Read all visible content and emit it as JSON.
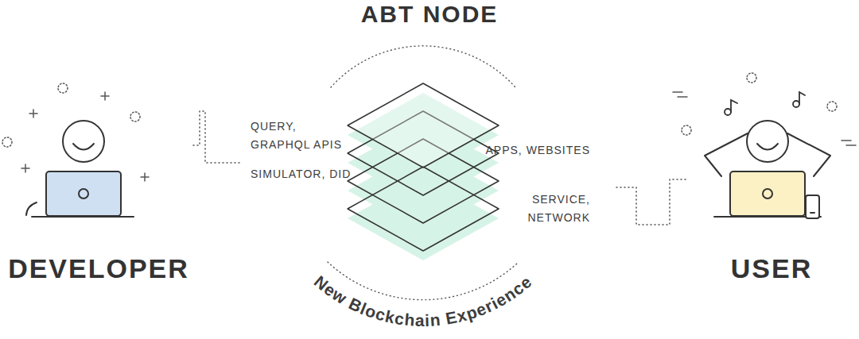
{
  "diagram": {
    "nodes": [
      {
        "text": [
          "DEVELOPER"
        ]
      },
      {
        "text": [
          "ABT NODE"
        ]
      },
      {
        "text": [
          "USER"
        ]
      }
    ],
    "edges": [
      {
        "from": 0,
        "to": 1,
        "arrow": "none"
      },
      {
        "from": 1,
        "to": 2,
        "arrow": "none"
      }
    ],
    "labels": [
      "QUERY, GRAPHQL APIS",
      "SIMULATOR, DID",
      "APPS, WEBSITES",
      "SERVICE, NETWORK",
      "New Blockchain Experience"
    ]
  }
}
